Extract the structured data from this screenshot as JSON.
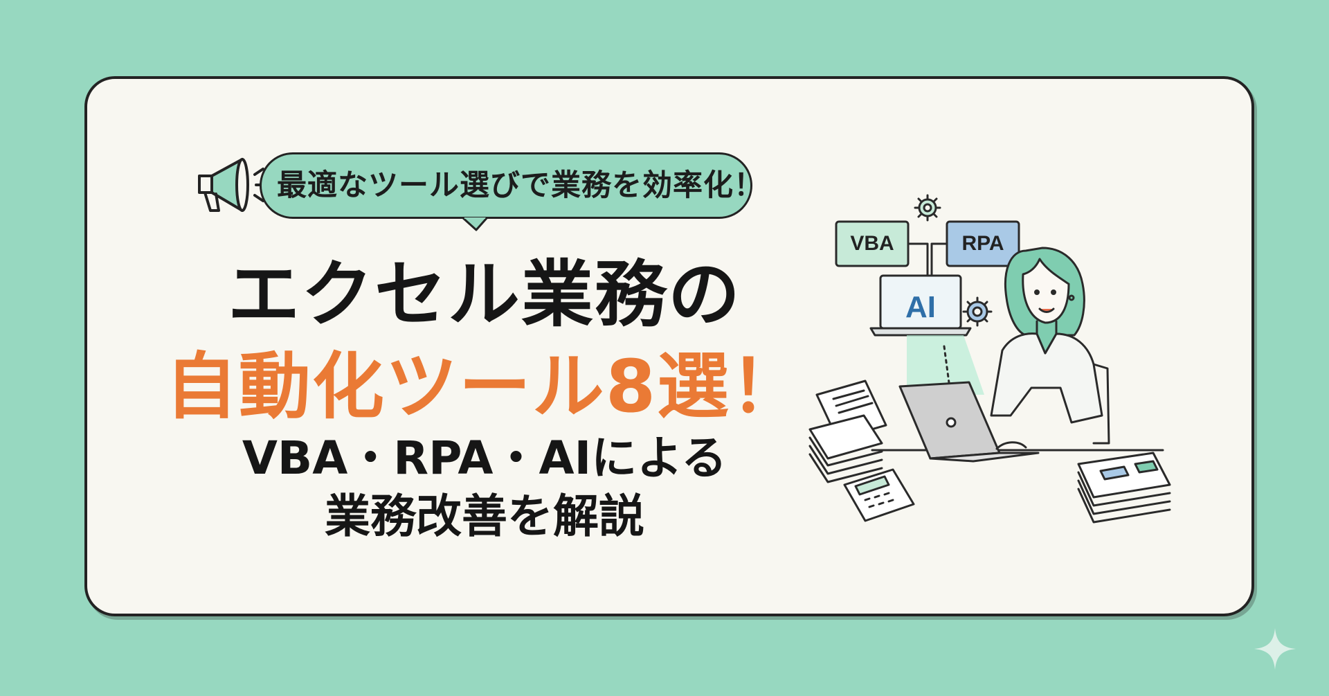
{
  "colors": {
    "background": "#97d8c0",
    "card": "#f8f7f1",
    "ink": "#232323",
    "accent_orange": "#ea7a35",
    "vba_box": "#c7ead8",
    "rpa_box": "#a9c9e6",
    "ai_text": "#2f6fa8"
  },
  "bubble": {
    "text": "最適なツール選びで業務を効率化！"
  },
  "title": {
    "line1": "エクセル業務の",
    "line2": "自動化ツール8選！",
    "line3": "VBA・RPA・AIによる",
    "line4": "業務改善を解説"
  },
  "illustration": {
    "tag_vba": "VBA",
    "tag_rpa": "RPA",
    "tag_ai": "AI"
  },
  "icons": [
    "megaphone-icon",
    "gear-icon",
    "laptop-icon",
    "calculator-icon",
    "document-stack-icon",
    "sparkle-icon"
  ]
}
